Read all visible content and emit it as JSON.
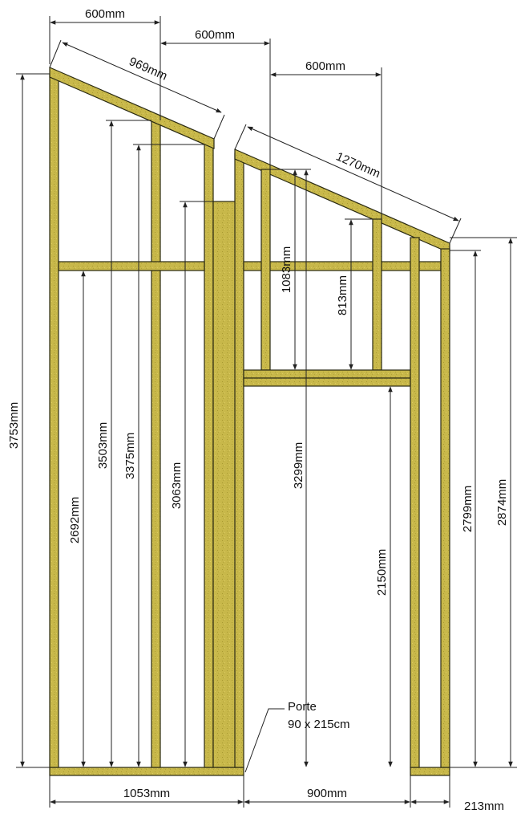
{
  "dimensions": {
    "top_spacing_1": "600mm",
    "top_spacing_2": "600mm",
    "top_spacing_3": "600mm",
    "rafter_left": "969mm",
    "rafter_right": "1270mm",
    "total_height": "3753mm",
    "rail_height": "2692mm",
    "stud1_height": "3503mm",
    "stud2_height": "3375mm",
    "post_height": "3063mm",
    "door_stud_height": "3299mm",
    "upper_stud_1": "1083mm",
    "upper_stud_2": "813mm",
    "door_frame_height": "2150mm",
    "right_stud_height": "2799mm",
    "right_total_height": "2874mm",
    "bottom_left_width": "1053mm",
    "bottom_door_width": "900mm",
    "bottom_right_width": "213mm"
  },
  "callout": {
    "line1": "Porte",
    "line2": "90 x 215cm"
  },
  "colors": {
    "wood": "#c9b94a",
    "wood_dark": "#a89830",
    "post": "#b8a838",
    "outline": "#2a2a12"
  }
}
